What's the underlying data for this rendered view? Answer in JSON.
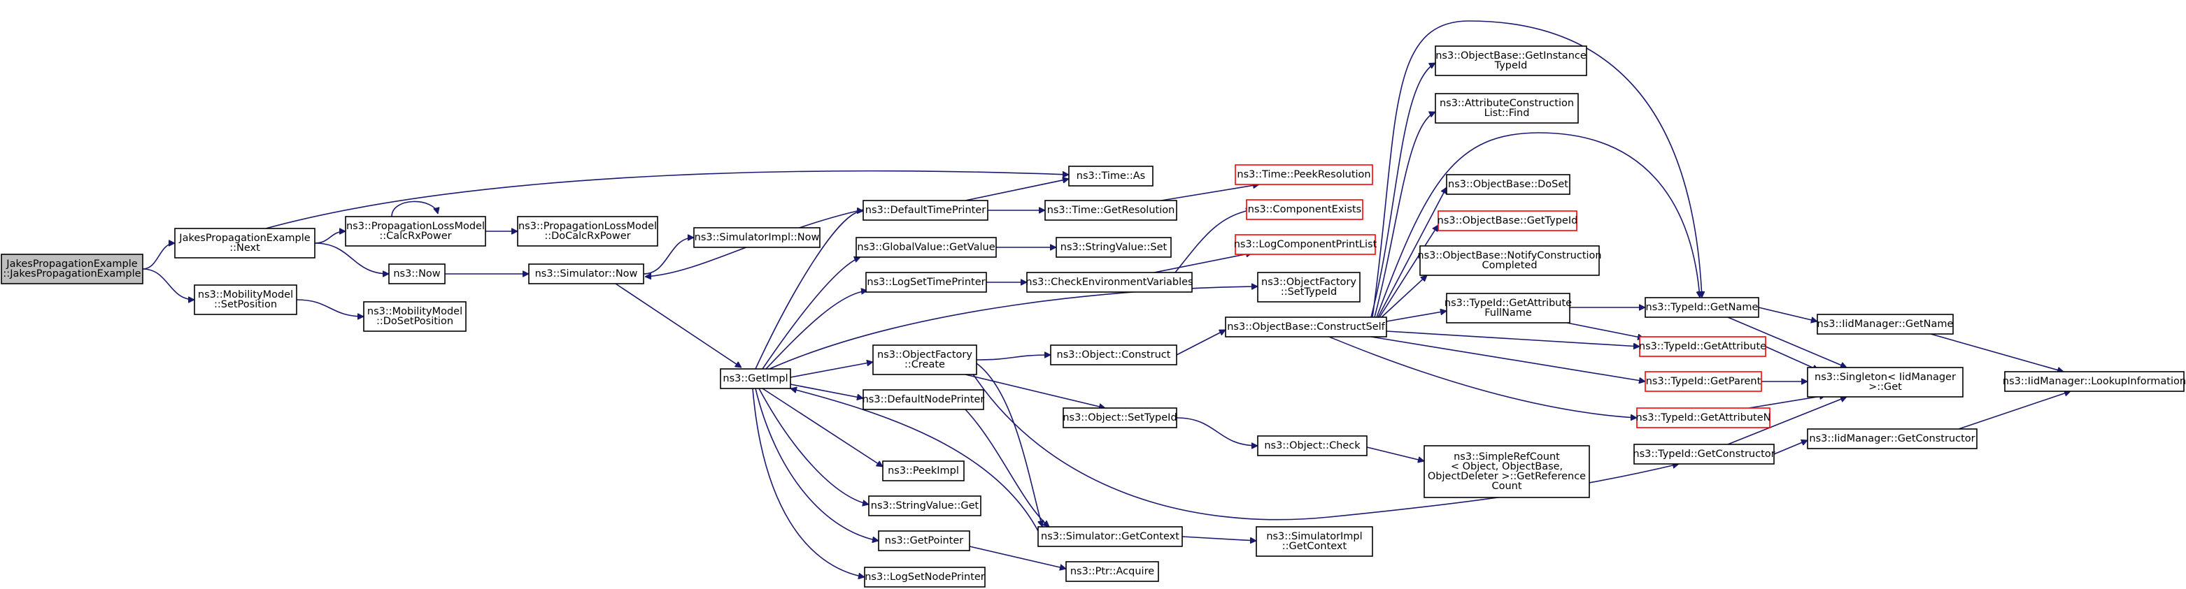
{
  "graph": {
    "edge_color": "#191970",
    "nodes": [
      {
        "id": "root",
        "lines": [
          "JakesPropagationExample",
          "::JakesPropagationExample"
        ],
        "style": "root"
      },
      {
        "id": "next",
        "lines": [
          "JakesPropagationExample",
          "::Next"
        ],
        "style": "normal"
      },
      {
        "id": "mm_setpos",
        "lines": [
          "ns3::MobilityModel",
          "::SetPosition"
        ],
        "style": "normal"
      },
      {
        "id": "mm_dosetpos",
        "lines": [
          "ns3::MobilityModel",
          "::DoSetPosition"
        ],
        "style": "normal"
      },
      {
        "id": "plm_calc",
        "lines": [
          "ns3::PropagationLossModel",
          "::CalcRxPower"
        ],
        "style": "normal"
      },
      {
        "id": "plm_docalc",
        "lines": [
          "ns3::PropagationLossModel",
          "::DoCalcRxPower"
        ],
        "style": "normal"
      },
      {
        "id": "now",
        "lines": [
          "ns3::Now"
        ],
        "style": "normal"
      },
      {
        "id": "sim_now",
        "lines": [
          "ns3::Simulator::Now"
        ],
        "style": "normal"
      },
      {
        "id": "simimpl_now",
        "lines": [
          "ns3::SimulatorImpl::Now"
        ],
        "style": "normal"
      },
      {
        "id": "time_as",
        "lines": [
          "ns3::Time::As"
        ],
        "style": "normal"
      },
      {
        "id": "getimpl",
        "lines": [
          "ns3::GetImpl"
        ],
        "style": "normal"
      },
      {
        "id": "deftimeprinter",
        "lines": [
          "ns3::DefaultTimePrinter"
        ],
        "style": "normal"
      },
      {
        "id": "time_getres",
        "lines": [
          "ns3::Time::GetResolution"
        ],
        "style": "normal"
      },
      {
        "id": "time_peekres",
        "lines": [
          "ns3::Time::PeekResolution"
        ],
        "style": "red"
      },
      {
        "id": "gv_getvalue",
        "lines": [
          "ns3::GlobalValue::GetValue"
        ],
        "style": "normal"
      },
      {
        "id": "sv_set",
        "lines": [
          "ns3::StringValue::Set"
        ],
        "style": "normal"
      },
      {
        "id": "logsettime",
        "lines": [
          "ns3::LogSetTimePrinter"
        ],
        "style": "normal"
      },
      {
        "id": "checkenv",
        "lines": [
          "ns3::CheckEnvironmentVariables"
        ],
        "style": "normal"
      },
      {
        "id": "compexists",
        "lines": [
          "ns3::ComponentExists"
        ],
        "style": "red"
      },
      {
        "id": "logcompprint",
        "lines": [
          "ns3::LogComponentPrintList"
        ],
        "style": "red"
      },
      {
        "id": "of_create",
        "lines": [
          "ns3::ObjectFactory",
          "::Create"
        ],
        "style": "normal"
      },
      {
        "id": "obj_construct",
        "lines": [
          "ns3::Object::Construct"
        ],
        "style": "normal"
      },
      {
        "id": "obj_settypeid",
        "lines": [
          "ns3::Object::SetTypeId"
        ],
        "style": "normal"
      },
      {
        "id": "obj_check",
        "lines": [
          "ns3::Object::Check"
        ],
        "style": "normal"
      },
      {
        "id": "simplerefcount",
        "lines": [
          "ns3::SimpleRefCount",
          "< Object, ObjectBase,",
          "ObjectDeleter >::GetReference",
          "Count"
        ],
        "style": "normal"
      },
      {
        "id": "defnodeprinter",
        "lines": [
          "ns3::DefaultNodePrinter"
        ],
        "style": "normal"
      },
      {
        "id": "sim_getctx",
        "lines": [
          "ns3::Simulator::GetContext"
        ],
        "style": "normal"
      },
      {
        "id": "simimpl_getctx",
        "lines": [
          "ns3::SimulatorImpl",
          "::GetContext"
        ],
        "style": "normal"
      },
      {
        "id": "peekimpl",
        "lines": [
          "ns3::PeekImpl"
        ],
        "style": "normal"
      },
      {
        "id": "sv_get",
        "lines": [
          "ns3::StringValue::Get"
        ],
        "style": "normal"
      },
      {
        "id": "getpointer",
        "lines": [
          "ns3::GetPointer"
        ],
        "style": "normal"
      },
      {
        "id": "ptr_acquire",
        "lines": [
          "ns3::Ptr::Acquire"
        ],
        "style": "normal"
      },
      {
        "id": "logsetnode",
        "lines": [
          "ns3::LogSetNodePrinter"
        ],
        "style": "normal"
      },
      {
        "id": "of_settypeid",
        "lines": [
          "ns3::ObjectFactory",
          "::SetTypeId"
        ],
        "style": "normal"
      },
      {
        "id": "ob_constructself",
        "lines": [
          "ns3::ObjectBase::ConstructSelf"
        ],
        "style": "normal"
      },
      {
        "id": "ob_getinstance",
        "lines": [
          "ns3::ObjectBase::GetInstance",
          "TypeId"
        ],
        "style": "normal"
      },
      {
        "id": "attrconstr_find",
        "lines": [
          "ns3::AttributeConstruction",
          "List::Find"
        ],
        "style": "normal"
      },
      {
        "id": "ob_doset",
        "lines": [
          "ns3::ObjectBase::DoSet"
        ],
        "style": "normal"
      },
      {
        "id": "ob_gettypeid",
        "lines": [
          "ns3::ObjectBase::GetTypeId"
        ],
        "style": "red"
      },
      {
        "id": "ob_notify",
        "lines": [
          "ns3::ObjectBase::NotifyConstruction",
          "Completed"
        ],
        "style": "normal"
      },
      {
        "id": "tid_getattrfull",
        "lines": [
          "ns3::TypeId::GetAttribute",
          "FullName"
        ],
        "style": "normal"
      },
      {
        "id": "tid_getname",
        "lines": [
          "ns3::TypeId::GetName"
        ],
        "style": "normal"
      },
      {
        "id": "tid_getattr",
        "lines": [
          "ns3::TypeId::GetAttribute"
        ],
        "style": "red"
      },
      {
        "id": "tid_getparent",
        "lines": [
          "ns3::TypeId::GetParent"
        ],
        "style": "red"
      },
      {
        "id": "tid_getattrn",
        "lines": [
          "ns3::TypeId::GetAttributeN"
        ],
        "style": "red"
      },
      {
        "id": "tid_getconstructor",
        "lines": [
          "ns3::TypeId::GetConstructor"
        ],
        "style": "normal"
      },
      {
        "id": "iid_getname",
        "lines": [
          "ns3::IidManager::GetName"
        ],
        "style": "normal"
      },
      {
        "id": "singleton_get",
        "lines": [
          "ns3::Singleton< IidManager",
          ">::Get"
        ],
        "style": "normal"
      },
      {
        "id": "iid_getconstructor",
        "lines": [
          "ns3::IidManager::GetConstructor"
        ],
        "style": "normal"
      },
      {
        "id": "iid_lookup",
        "lines": [
          "ns3::IidManager::LookupInformation"
        ],
        "style": "normal"
      }
    ]
  }
}
